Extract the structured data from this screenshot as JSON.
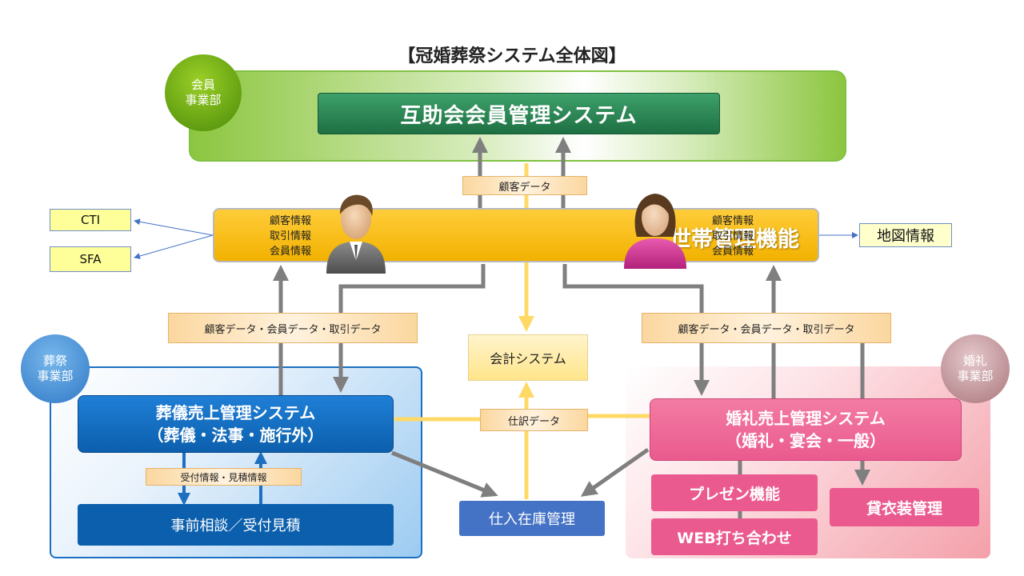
{
  "title": "【冠婚葬祭システム全体図】",
  "divisions": {
    "member": "会員\n事業部",
    "funeral": "葬祭\n事業部",
    "wedding": "婚礼\n事業部"
  },
  "systems": {
    "mutual_aid": "互助会会員管理システム",
    "household": "世帯管理機能",
    "accounting": "会計システム",
    "funeral_sales": [
      "葬儀売上管理システム",
      "（葬儀・法事・施行外）"
    ],
    "consultation": "事前相談／受付見積",
    "purchase": "仕入在庫管理",
    "wedding_sales": [
      "婚礼売上管理システム",
      "（婚礼・宴会・一般）"
    ],
    "presentation": "プレゼン機能",
    "rental": "貸衣装管理",
    "web_meeting": "WEB打ち合わせ"
  },
  "household_info": [
    "顧客情報",
    "取引情報",
    "会員情報"
  ],
  "external": {
    "cti": "CTI",
    "sfa": "SFA",
    "map": "地図情報"
  },
  "labels": {
    "customer_data": "顧客データ",
    "data_left": "顧客データ・会員データ・取引データ",
    "data_right": "顧客データ・会員データ・取引データ",
    "journal": "仕訳データ",
    "reception": "受付情報・見積情報"
  },
  "colors": {
    "member_green": "#8cc63f",
    "mutual_box": "#1e7043",
    "household_gold": "#ffc000",
    "funeral_blue": "#0c5fad",
    "wedding_pink": "#ea5a8e",
    "purchase_blue": "#4472c4",
    "arrow_gray": "#7f7f7f",
    "arrow_yellow": "#ffd966"
  },
  "icons": [
    "male-user-icon",
    "female-user-icon"
  ]
}
